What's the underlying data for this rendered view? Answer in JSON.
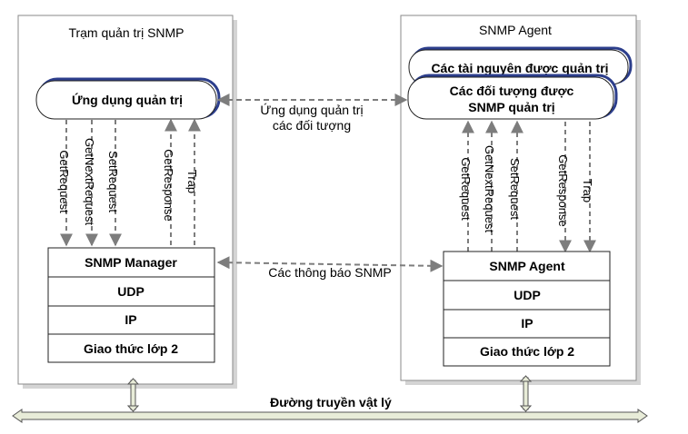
{
  "manager": {
    "title": "Trạm quản trị SNMP",
    "application": "Ứng dụng quản trị",
    "down_messages": [
      "GetRequest",
      "GetNextRequest",
      "SetRequest"
    ],
    "up_messages": [
      "GetResponse",
      "Trap"
    ],
    "stack": [
      "SNMP Manager",
      "UDP",
      "IP",
      "Giao thức lớp 2"
    ]
  },
  "agent": {
    "title": "SNMP Agent",
    "resources": "Các tài nguyên được quản trị",
    "objects_line1": "Các đối tượng được",
    "objects_line2": "SNMP quản trị",
    "down_messages": [
      "GetRequest",
      "GetNextRequest",
      "SetRequest"
    ],
    "up_messages": [
      "GetResponse",
      "Trap"
    ],
    "stack": [
      "SNMP Agent",
      "UDP",
      "IP",
      "Giao thức lớp 2"
    ]
  },
  "links": {
    "app_line1": "Ứng dụng quản trị",
    "app_line2": "các đối tượng",
    "protocol": "Các thông báo SNMP"
  },
  "physical": "Đường truyền vật lý",
  "colors": {
    "panel_border": "#8a8a8a",
    "panel_shadow": "#cfcfcf",
    "rounded_accent": "#2c3e8c",
    "arrow": "#7d7d7d",
    "bus_fill": "#e8ecd8"
  }
}
